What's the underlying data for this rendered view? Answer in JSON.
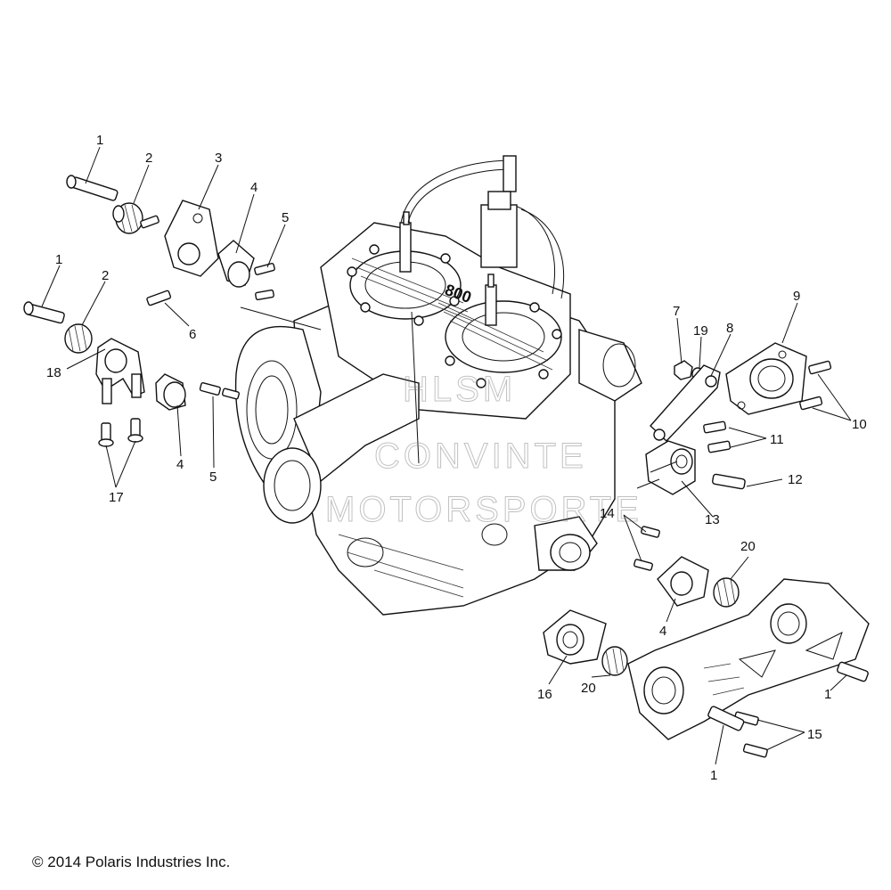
{
  "copyright": "© 2014 Polaris Industries Inc.",
  "engine_mark": "800",
  "watermark_lines": [
    "HLSM",
    "CONVINTE",
    "MOTORSPORTE"
  ],
  "callouts": [
    {
      "id": "c1a",
      "label": "1"
    },
    {
      "id": "c2a",
      "label": "2"
    },
    {
      "id": "c3",
      "label": "3"
    },
    {
      "id": "c4a",
      "label": "4"
    },
    {
      "id": "c5a",
      "label": "5"
    },
    {
      "id": "c6",
      "label": "6"
    },
    {
      "id": "c1b",
      "label": "1"
    },
    {
      "id": "c2b",
      "label": "2"
    },
    {
      "id": "c18",
      "label": "18"
    },
    {
      "id": "c4b",
      "label": "4"
    },
    {
      "id": "c5b",
      "label": "5"
    },
    {
      "id": "c17",
      "label": "17"
    },
    {
      "id": "c7",
      "label": "7"
    },
    {
      "id": "c19",
      "label": "19"
    },
    {
      "id": "c8",
      "label": "8"
    },
    {
      "id": "c9",
      "label": "9"
    },
    {
      "id": "c10",
      "label": "10"
    },
    {
      "id": "c11",
      "label": "11"
    },
    {
      "id": "c12",
      "label": "12"
    },
    {
      "id": "c13",
      "label": "13"
    },
    {
      "id": "c14",
      "label": "14"
    },
    {
      "id": "c20a",
      "label": "20"
    },
    {
      "id": "c4c",
      "label": "4"
    },
    {
      "id": "c16",
      "label": "16"
    },
    {
      "id": "c20b",
      "label": "20"
    },
    {
      "id": "c1c",
      "label": "1"
    },
    {
      "id": "c15",
      "label": "15"
    },
    {
      "id": "c1d",
      "label": "1"
    }
  ]
}
